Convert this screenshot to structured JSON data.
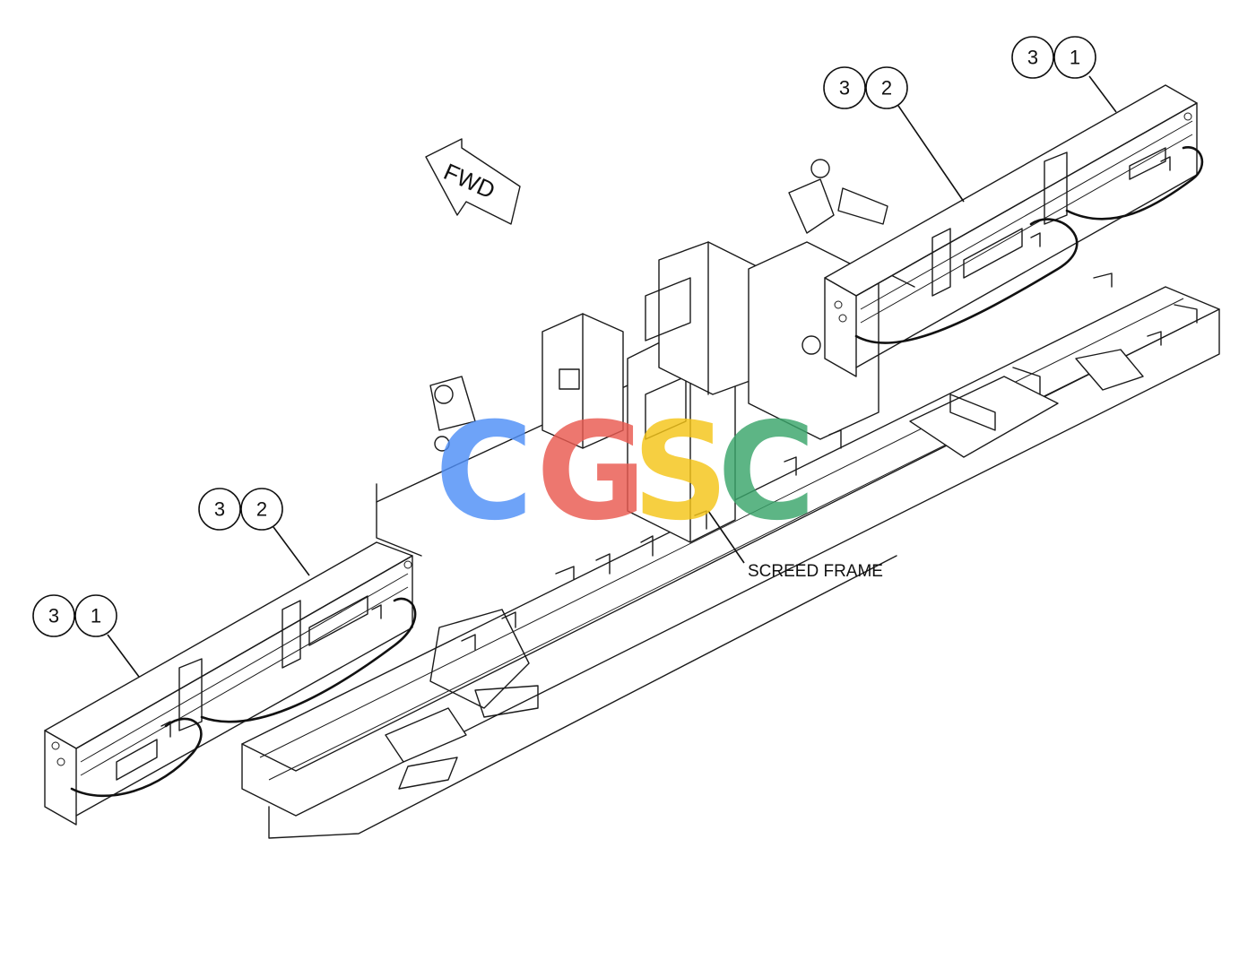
{
  "fwd_label": "FWD",
  "screed_frame_label": "SCREED FRAME",
  "callouts": [
    {
      "id": "callout-top-right-3",
      "number": "3"
    },
    {
      "id": "callout-top-right-1",
      "number": "1"
    },
    {
      "id": "callout-top-mid-3",
      "number": "3"
    },
    {
      "id": "callout-top-mid-2",
      "number": "2"
    },
    {
      "id": "callout-left-mid-3",
      "number": "3"
    },
    {
      "id": "callout-left-mid-2",
      "number": "2"
    },
    {
      "id": "callout-left-low-3",
      "number": "3"
    },
    {
      "id": "callout-left-low-1",
      "number": "1"
    }
  ],
  "watermark": {
    "letters": [
      "C",
      "G",
      "S",
      "C"
    ],
    "colors": [
      "#4f8ff7",
      "#ea5a50",
      "#f5c518",
      "#3aa56b"
    ]
  }
}
